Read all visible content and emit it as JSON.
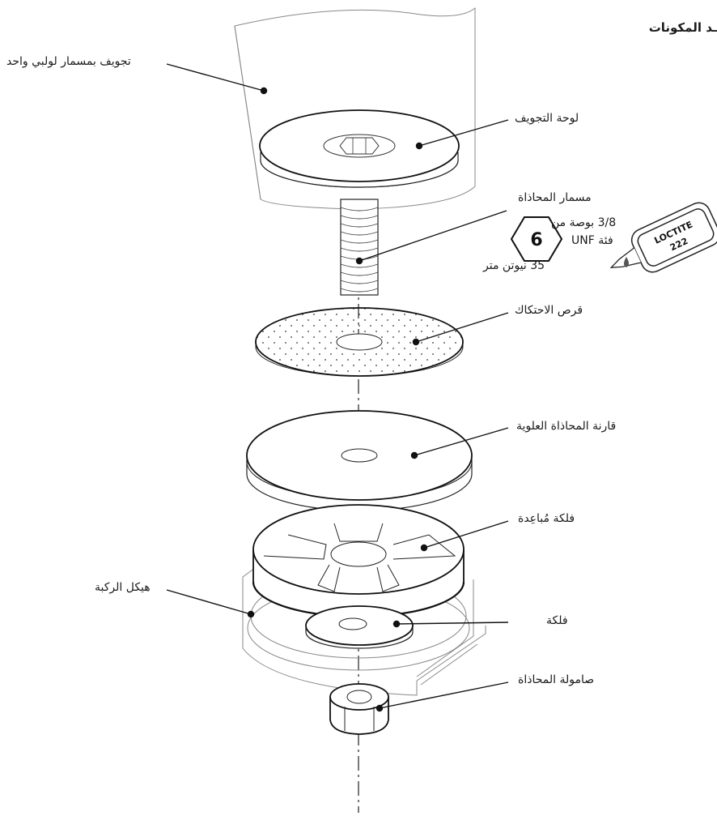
{
  "title": "ـد المكونات",
  "labels": {
    "housing": "تجويف بمسمار لولبي واحد",
    "cover_plate": "لوحة التجويف",
    "bolt": "مسمار المحاذاة",
    "bolt_size_line1": "3/8 بوصة من",
    "bolt_size_line2": "فئة UNF",
    "torque": "35  نيوتن متر",
    "hex_size": "6",
    "friction_disc": "قرص الاحتكاك",
    "upper_bearing": "قارنة المحاذاة العلوية",
    "spacer_washer": "فلكة مُباعِدة",
    "knee_frame": "هيكل الركبة",
    "washer": "فلكة",
    "nut": "صامولة المحاذاة"
  },
  "loctite": {
    "brand": "LOCTITE",
    "number": "222"
  },
  "icons": [
    "hex-wrench-icon",
    "loctite-bottle-icon",
    "drop-icon"
  ]
}
